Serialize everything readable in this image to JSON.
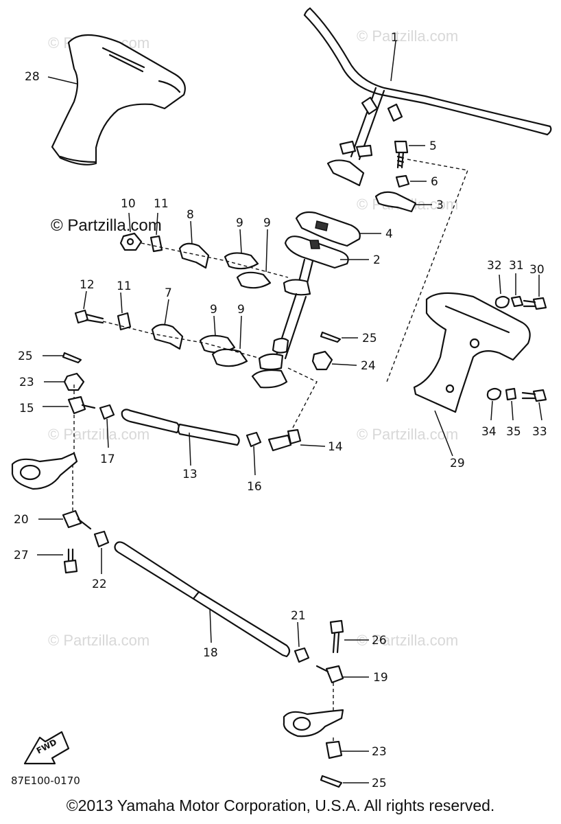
{
  "watermarks": {
    "text": "© Partzilla.com",
    "main": "© Partzilla.com"
  },
  "labels": {
    "p1": "1",
    "p2": "2",
    "p3": "3",
    "p4": "4",
    "p5": "5",
    "p6": "6",
    "p7": "7",
    "p8": "8",
    "p9a": "9",
    "p9b": "9",
    "p9c": "9",
    "p9d": "9",
    "p10": "10",
    "p11": "11",
    "p12": "12",
    "p13": "13",
    "p14": "14",
    "p15": "15",
    "p16": "16",
    "p17": "17",
    "p18": "18",
    "p19": "19",
    "p20": "20",
    "p21": "21",
    "p22": "22",
    "p23a": "23",
    "p23b": "23",
    "p24": "24",
    "p25a": "25",
    "p25b": "25",
    "p25c": "25",
    "p26": "26",
    "p27": "27",
    "p28": "28",
    "p29": "29",
    "p30": "30",
    "p31": "31",
    "p32": "32",
    "p33": "33",
    "p34": "34",
    "p35": "35"
  },
  "fwd_label": "FWD",
  "reference_code": "87E100-0170",
  "copyright": "©2013 Yamaha Motor Corporation, U.S.A. All rights reserved."
}
